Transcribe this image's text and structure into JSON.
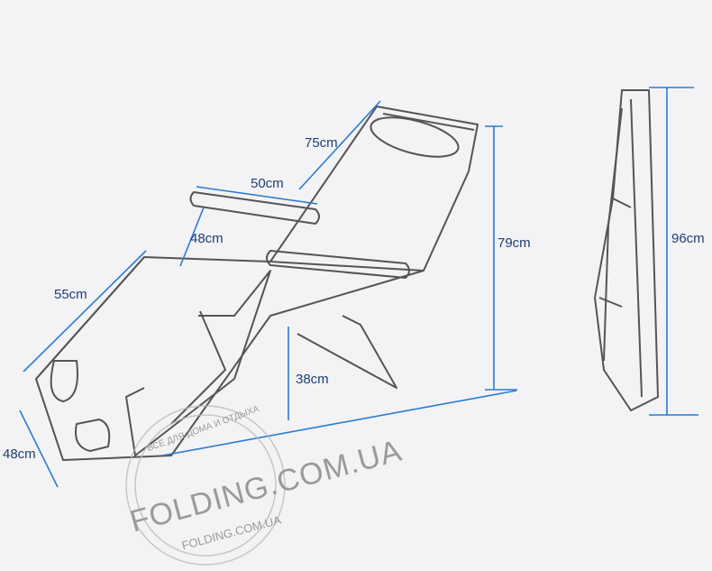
{
  "dimensions": {
    "backrest_length": "75cm",
    "armrest_length": "50cm",
    "armrest_height": "48cm",
    "seat_length": "55cm",
    "width": "48cm",
    "height_unfolded": "79cm",
    "seat_height": "38cm",
    "height_folded": "96cm"
  },
  "watermark": {
    "main": "FOLDING.COM.UA",
    "small": "FOLDING.COM.UA",
    "ring": "ВСЁ ДЛЯ ДОМА И ОТДЫХА"
  },
  "colors": {
    "dimension_line": "#2a7ad6",
    "frame": "#555555",
    "background": "#f3f3f5"
  }
}
